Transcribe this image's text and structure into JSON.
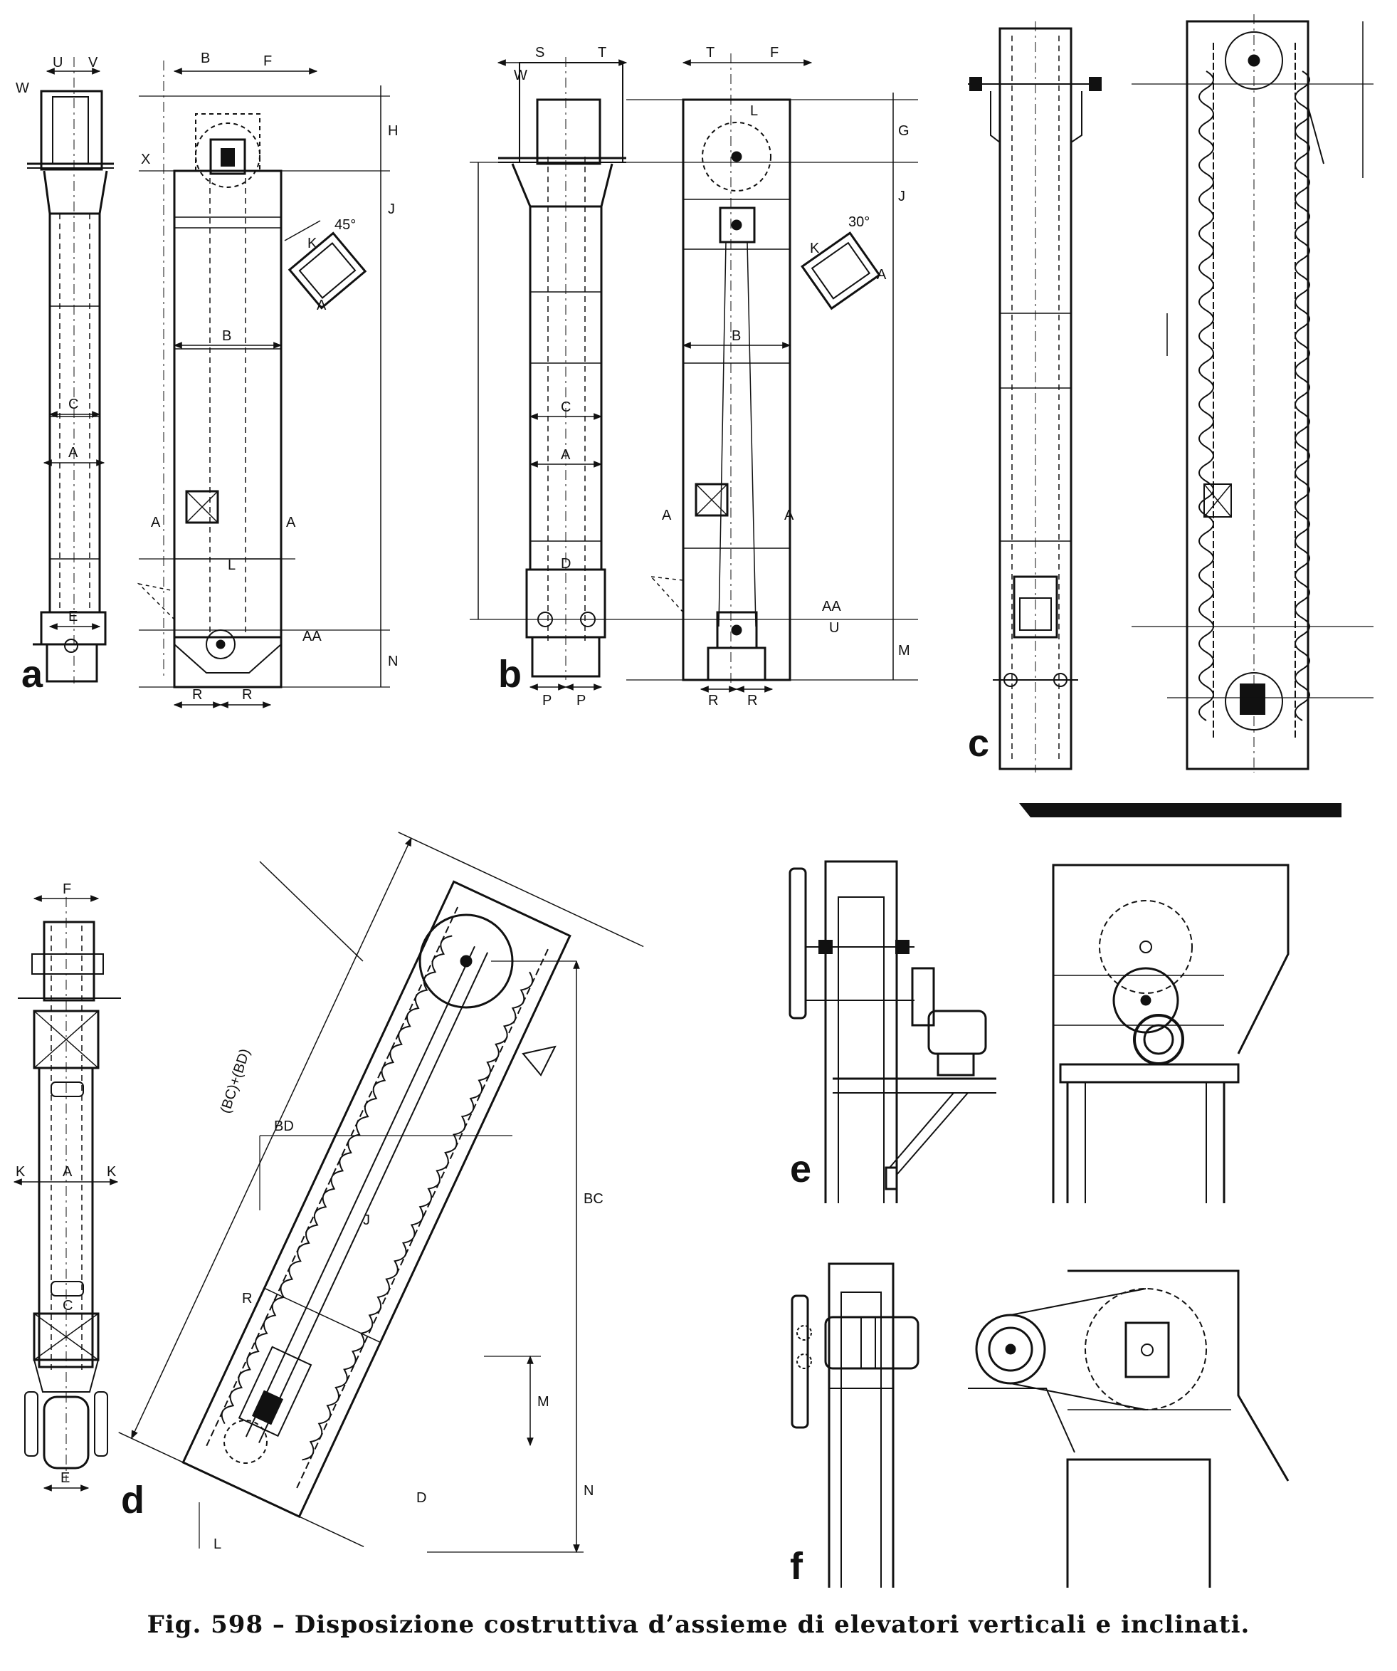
{
  "caption": "Fig. 598 – Disposizione costruttiva d’assieme di elevatori verticali e inclinati.",
  "panels": [
    {
      "id": "a",
      "label": "a"
    },
    {
      "id": "b",
      "label": "b"
    },
    {
      "id": "c",
      "label": "c"
    },
    {
      "id": "d",
      "label": "d"
    },
    {
      "id": "e",
      "label": "e"
    },
    {
      "id": "f",
      "label": "f"
    }
  ],
  "dimension_labels": {
    "a_u": "U",
    "a_v": "V",
    "a_w": "W",
    "a_x": "X",
    "a_c": "C",
    "a_a": "A",
    "a_e": "E",
    "a_b_top": "B",
    "a_f": "F",
    "a_h": "H",
    "a_j": "J",
    "a_k": "K",
    "a_45": "45°",
    "a_a2": "A",
    "a_b": "B",
    "a_l": "L",
    "a_aa": "AA",
    "a_n": "N",
    "a_r1": "R",
    "a_r2": "R",
    "a_sec1": "A",
    "a_sec2": "A",
    "b_s": "S",
    "b_t": "T",
    "b_w": "W",
    "b_c": "C",
    "b_a": "A",
    "b_d": "D",
    "b_p1": "P",
    "b_p2": "P",
    "b_t2": "T",
    "b_f": "F",
    "b_l": "L",
    "b_g": "G",
    "b_j": "J",
    "b_30": "30°",
    "b_k": "K",
    "b_a2": "A",
    "b_b": "B",
    "b_aa": "AA",
    "b_u": "U",
    "b_m": "M",
    "b_r1": "R",
    "b_r2": "R",
    "b_sec1": "A",
    "b_sec2": "A",
    "d_f": "F",
    "d_a": "A",
    "d_k1": "K",
    "d_k2": "K",
    "d_c": "C",
    "d_e": "E",
    "d_bcbd": "(BC)+(BD)",
    "d_bd": "BD",
    "d_bc": "BC",
    "d_r": "R",
    "d_m": "M",
    "d_n": "N",
    "d_d": "D",
    "d_l": "L",
    "d_j": "J"
  }
}
